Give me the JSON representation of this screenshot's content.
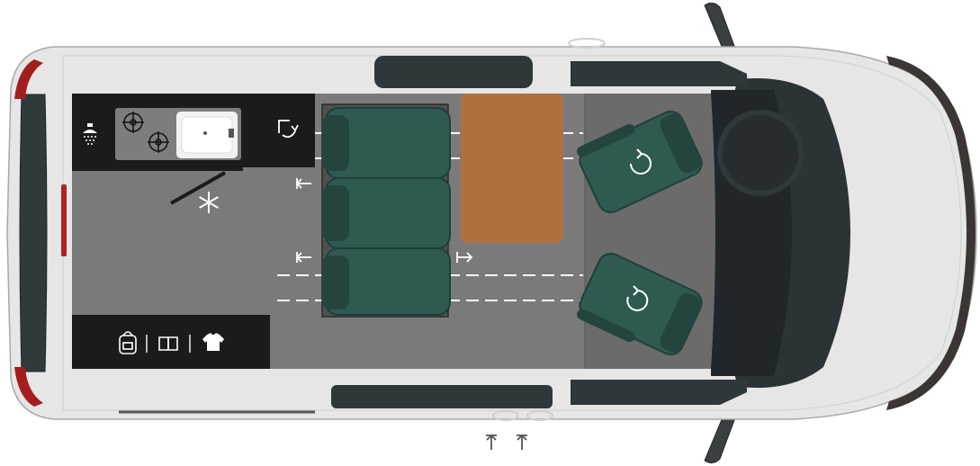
{
  "title": "",
  "colors": {
    "body": "#e6e6e6",
    "body_edge": "#bdbdbd",
    "floor": "#7a7a7a",
    "floor_front": "#6b6b6b",
    "furniture": "#1b1b1b",
    "seat": "#2e5a52",
    "seat_shadow": "#24443f",
    "table": "#b0703e",
    "glass": "#2c3538",
    "tail_light": "#a31d1d",
    "rail": "#ffffff"
  },
  "icons": {
    "shower": "shower-icon",
    "stove": "stove-icon",
    "sink": "sink-icon",
    "fridge": "snowflake-icon",
    "water_tap": "water-tap-icon",
    "backpack": "backpack-icon",
    "book": "book-icon",
    "shirt": "tshirt-icon",
    "swivel_seat_top": "rotate-clockwise-icon",
    "swivel_seat_bottom": "rotate-counterclockwise-icon",
    "sliding_seat_arrows": "arrow-left-icon",
    "sliding_table_arrow": "arrow-right-icon",
    "door_entry_arrows": "arrow-up-icon"
  },
  "layout_info": {
    "bench_seats": 3,
    "swivel_seats": 2,
    "entry_arrows": 2
  }
}
